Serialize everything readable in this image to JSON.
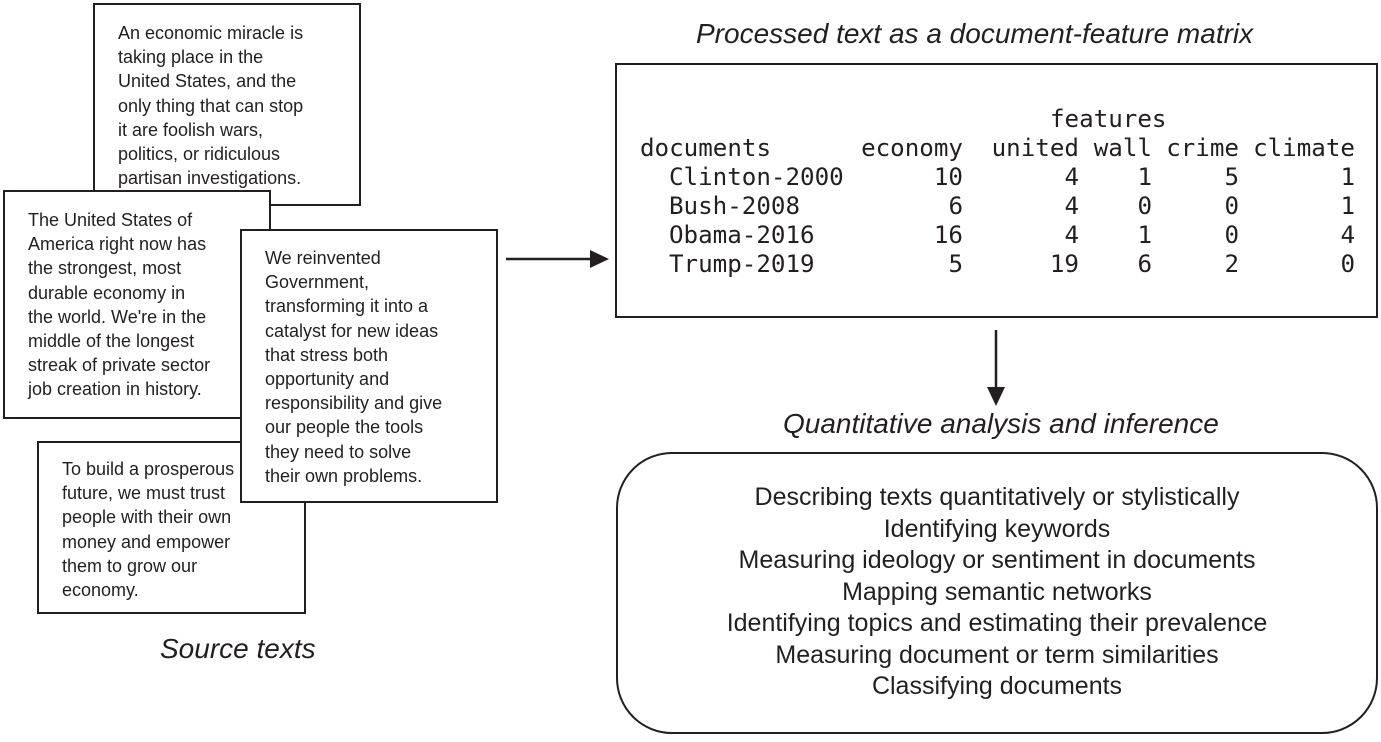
{
  "source_texts": {
    "label": "Source texts",
    "documents": [
      {
        "id": "doc-1",
        "lines": [
          "An economic miracle is",
          "taking place in the",
          "United States, and the",
          "only thing that can stop",
          "it are foolish wars,",
          "politics, or ridiculous",
          "partisan investigations."
        ]
      },
      {
        "id": "doc-2",
        "lines": [
          "The United States of",
          "America right now has",
          "the strongest, most",
          "durable economy in",
          "the world. We're in the",
          "middle of the longest",
          "streak of private sector",
          "job creation in history."
        ]
      },
      {
        "id": "doc-3",
        "lines": [
          "To build a prosperous",
          "future, we must trust",
          "people with their own",
          "money and empower",
          "them to grow our",
          "economy."
        ]
      },
      {
        "id": "doc-4",
        "lines": [
          "We reinvented",
          "Government,",
          "transforming it into a",
          "catalyst for new ideas",
          "that stress both",
          "opportunity and",
          "responsibility and give",
          "our people the tools",
          "they need to solve",
          "their own problems."
        ]
      }
    ]
  },
  "dfm": {
    "label": "Processed text as a document-feature matrix",
    "features_header": "features",
    "documents_header": "documents",
    "features": [
      "economy",
      "united",
      "wall",
      "crime",
      "climate"
    ],
    "rows": [
      {
        "doc": "Clinton-2000",
        "values": [
          "10",
          "4",
          "1",
          "5",
          "1"
        ]
      },
      {
        "doc": "Bush-2008",
        "values": [
          "6",
          "4",
          "0",
          "0",
          "1"
        ]
      },
      {
        "doc": "Obama-2016",
        "values": [
          "16",
          "4",
          "1",
          "0",
          "4"
        ]
      },
      {
        "doc": "Trump-2019",
        "values": [
          "5",
          "19",
          "6",
          "2",
          "0"
        ]
      }
    ]
  },
  "analysis": {
    "label": "Quantitative analysis and inference",
    "items": [
      "Describing texts quantitatively or stylistically",
      "Identifying keywords",
      "Measuring ideology or sentiment in documents",
      "Mapping semantic networks",
      "Identifying topics and estimating their prevalence",
      "Measuring document or term similarities",
      "Classifying documents"
    ]
  }
}
